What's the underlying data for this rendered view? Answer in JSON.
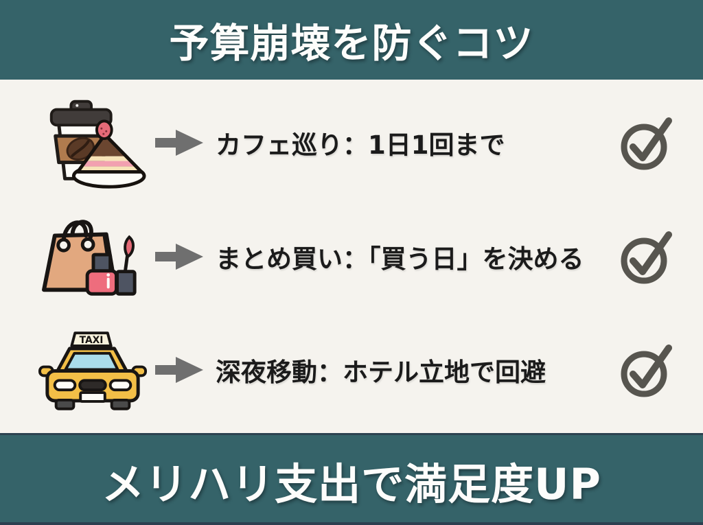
{
  "header": {
    "title": "予算崩壊を防ぐコツ"
  },
  "list": {
    "items": [
      {
        "icon": "coffee-and-cake-icon",
        "text": "カフェ巡り：1日1回まで"
      },
      {
        "icon": "shopping-bag-cosmetics-icon",
        "text": "まとめ買い：「買う日」を決める"
      },
      {
        "icon": "taxi-icon",
        "text": "深夜移動：ホテル立地で回避"
      }
    ],
    "taxi_sign": "TAXI"
  },
  "footer": {
    "title": "メリハリ支出で満足度UP"
  },
  "colors": {
    "band_teal": "#356369",
    "body_cream": "#f5f3ee",
    "text_dark": "#1b1b1b",
    "arrow_gray": "#6f6f6f",
    "check_gray": "#57554f",
    "taxi_yellow": "#f3bf47",
    "bag_tan": "#e2a87f",
    "pink": "#ee6d7d"
  }
}
